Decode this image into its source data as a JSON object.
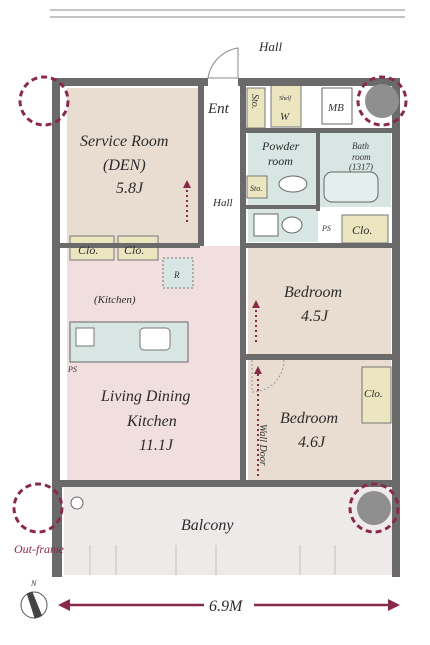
{
  "hall_top": "Hall",
  "hall_inner": "Hall",
  "entrance": "Ent",
  "storage_top": "Sto.",
  "shelf": "Shelf",
  "shelf_w": "W",
  "mb": "MB",
  "powder_room": [
    "Powder",
    "room"
  ],
  "bath_room": [
    "Bath",
    "room",
    "(1317)"
  ],
  "storage_small": "Sto.",
  "ps_top": "PS",
  "closet_bath": "Clo.",
  "service_room": {
    "name": "Service Room",
    "sub": "(DEN)",
    "size": "5.8J"
  },
  "closet_1": "Clo.",
  "closet_2": "Clo.",
  "r_mark": "R",
  "kitchen": "(Kitchen)",
  "ps_kitchen": "PS",
  "ldk": {
    "line1": "Living Dining",
    "line2": "Kitchen",
    "size": "11.1J"
  },
  "bedroom_1": {
    "name": "Bedroom",
    "size": "4.5J"
  },
  "bedroom_2": {
    "name": "Bedroom",
    "size": "4.6J"
  },
  "closet_bed": "Clo.",
  "wall_door": "Wall Door",
  "balcony": "Balcony",
  "out_frame": "Out-frame",
  "north": "N",
  "width_dim": "6.9M",
  "colors": {
    "service_room": "#e8ddd0",
    "ldk": "#f1dede",
    "bedroom": "#e8ddd0",
    "wet_area": "#d7e6e3",
    "closet": "#ece6c0",
    "balcony": "#eeeaea",
    "frame_circle": "#8a2a4a",
    "arrow": "#8a2a4a",
    "wall": "#6a6a6a"
  }
}
